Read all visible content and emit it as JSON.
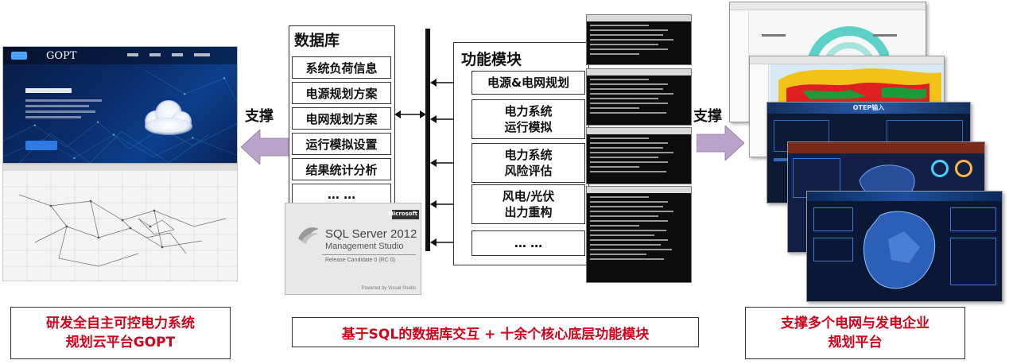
{
  "left": {
    "platform_logo": "GOPT",
    "support_label": "支撑"
  },
  "database": {
    "title": "数据库",
    "items": [
      "系统负荷信息",
      "电源规划方案",
      "电网规划方案",
      "运行模拟设置",
      "结果统计分析",
      "… …"
    ],
    "sql_server": {
      "vendor": "Microsoft",
      "product": "SQL Server 2012",
      "subtitle": "Management Studio",
      "release": "Release Candidate 0 (RC 0)",
      "powered_by": "Powered by Visual Studio"
    }
  },
  "modules": {
    "title": "功能模块",
    "items": [
      "电源&电网规划",
      "电力系统\n运行模拟",
      "电力系统\n风险评估",
      "风电/光伏\n出力重构",
      "… …"
    ]
  },
  "right": {
    "support_label": "支撑",
    "panel_title": "OTEP输入"
  },
  "captions": {
    "left": "研发全自主可控电力系统\n规划云平台GOPT",
    "middle": "基于SQL的数据库交互 + 十余个核心底层功能模块",
    "right": "支撑多个电网与发电企业\n规划平台"
  },
  "colors": {
    "arrow_fill": "#b9a3c8",
    "caption_text": "#d0021b",
    "console_bg": "#0c0c0c",
    "gopt_blue": "#0b2c6b"
  }
}
